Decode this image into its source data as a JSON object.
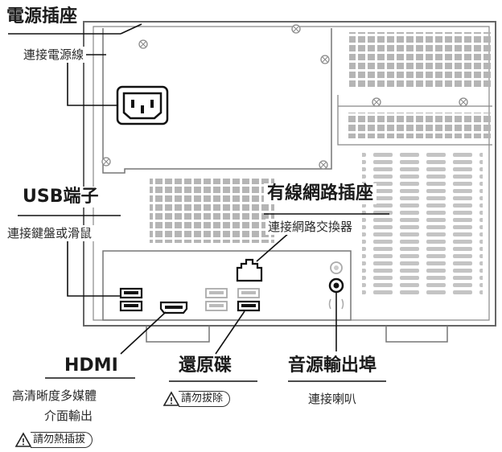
{
  "labels": {
    "power": {
      "title": "電源插座",
      "desc": "連接電源線"
    },
    "usb": {
      "title": "USB端子",
      "desc": "連接鍵盤或滑鼠"
    },
    "ethernet": {
      "title": "有線網路插座",
      "desc": "連接網路交換器"
    },
    "hdmi": {
      "title": "HDMI",
      "desc_line1": "高清晰度多媒體",
      "desc_line2": "介面輸出",
      "warning": "請勿熱插拔"
    },
    "restore": {
      "title": "還原碟",
      "warning": "請勿拔除"
    },
    "audio": {
      "title": "音源輸出埠",
      "desc": "連接喇叭"
    }
  },
  "icons": {
    "warning": "warning-triangle-icon",
    "screw": "screw-icon",
    "power_socket": "power-socket-icon",
    "ethernet_port": "ethernet-port-icon",
    "usb_port": "usb-port-icon",
    "hdmi_port": "hdmi-port-icon",
    "audio_jack": "audio-jack-icon"
  },
  "colors": {
    "outline": "#555555",
    "vent": "#b5b5b5",
    "text": "#1a1a1a"
  }
}
